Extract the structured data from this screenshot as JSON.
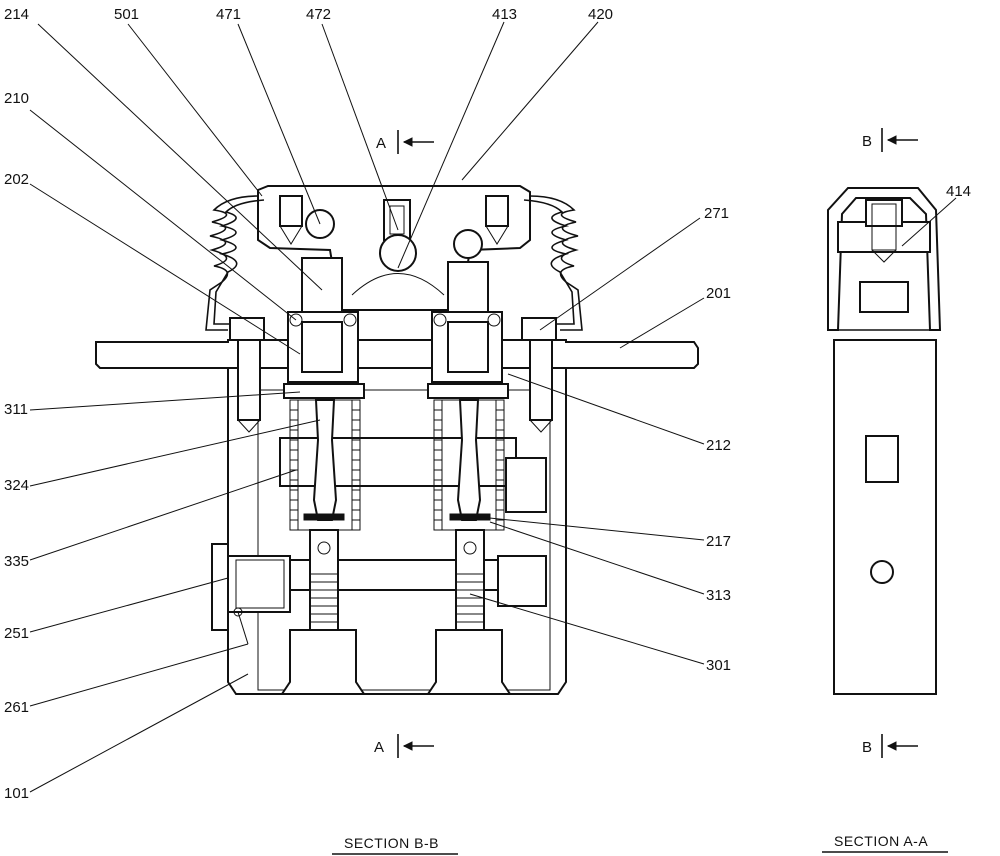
{
  "callouts": {
    "c214": "214",
    "c501": "501",
    "c471": "471",
    "c472": "472",
    "c413": "413",
    "c420": "420",
    "c210": "210",
    "c202": "202",
    "c271": "271",
    "c201": "201",
    "c311": "311",
    "c212": "212",
    "c324": "324",
    "c217": "217",
    "c335": "335",
    "c313": "313",
    "c251": "251",
    "c301": "301",
    "c261": "261",
    "c101": "101",
    "c414": "414"
  },
  "section_marks": {
    "a_top": "A",
    "a_bottom": "A",
    "b_top": "B",
    "b_bottom": "B"
  },
  "titles": {
    "section_bb": "SECTION  B-B",
    "section_aa": "SECTION  A-A"
  }
}
